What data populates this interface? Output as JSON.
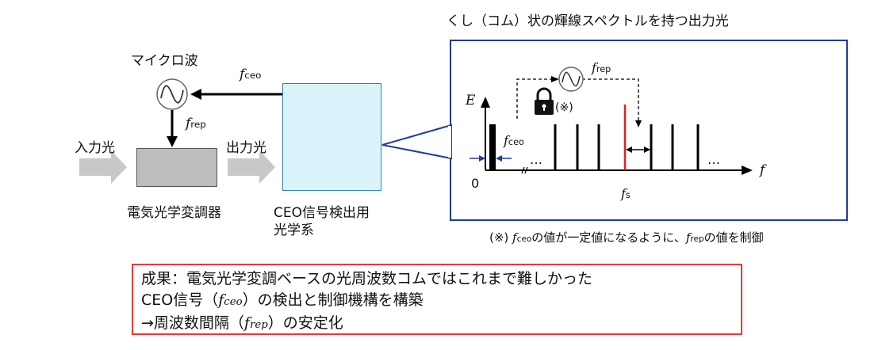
{
  "labels": {
    "comb_title": "くし（コム）状の輝線スペクトルを持つ出力光",
    "microwave": "マイクロ波",
    "input_light": "入力光",
    "output_light": "出力光",
    "modulator": "電気光学変調器",
    "ceo_detect_line1": "CEO信号検出用",
    "ceo_detect_line2": "光学系",
    "f_letter": "f",
    "sub_ceo": "ceo",
    "sub_rep": "rep",
    "sub_s": "s",
    "axis_e": "E",
    "axis_f": "f",
    "zero": "0",
    "note_mark": "(※)",
    "ellipsis": "…",
    "footnote_prefix": "(※) ",
    "footnote_mid": "の値が一定値になるように、",
    "footnote_end": "の値を制御"
  },
  "result": {
    "line1": "成果：電気光学変調ベースの光周波数コムではこれまで難しかった",
    "line2_a": "CEO信号（",
    "line2_b": "）の検出と制御機構を構築",
    "line3_a": "→周波数間隔（",
    "line3_b": "）の安定化"
  },
  "colors": {
    "modulator_fill": "#bdbdbd",
    "detector_fill": "#d9f5fb",
    "panel_border": "#1f3d99",
    "result_border": "#e03c3c",
    "highlight_line": "#e02020",
    "arrow_fill": "#c8c8c8"
  },
  "icons": [
    "sine-wave-icon",
    "lock-icon"
  ]
}
